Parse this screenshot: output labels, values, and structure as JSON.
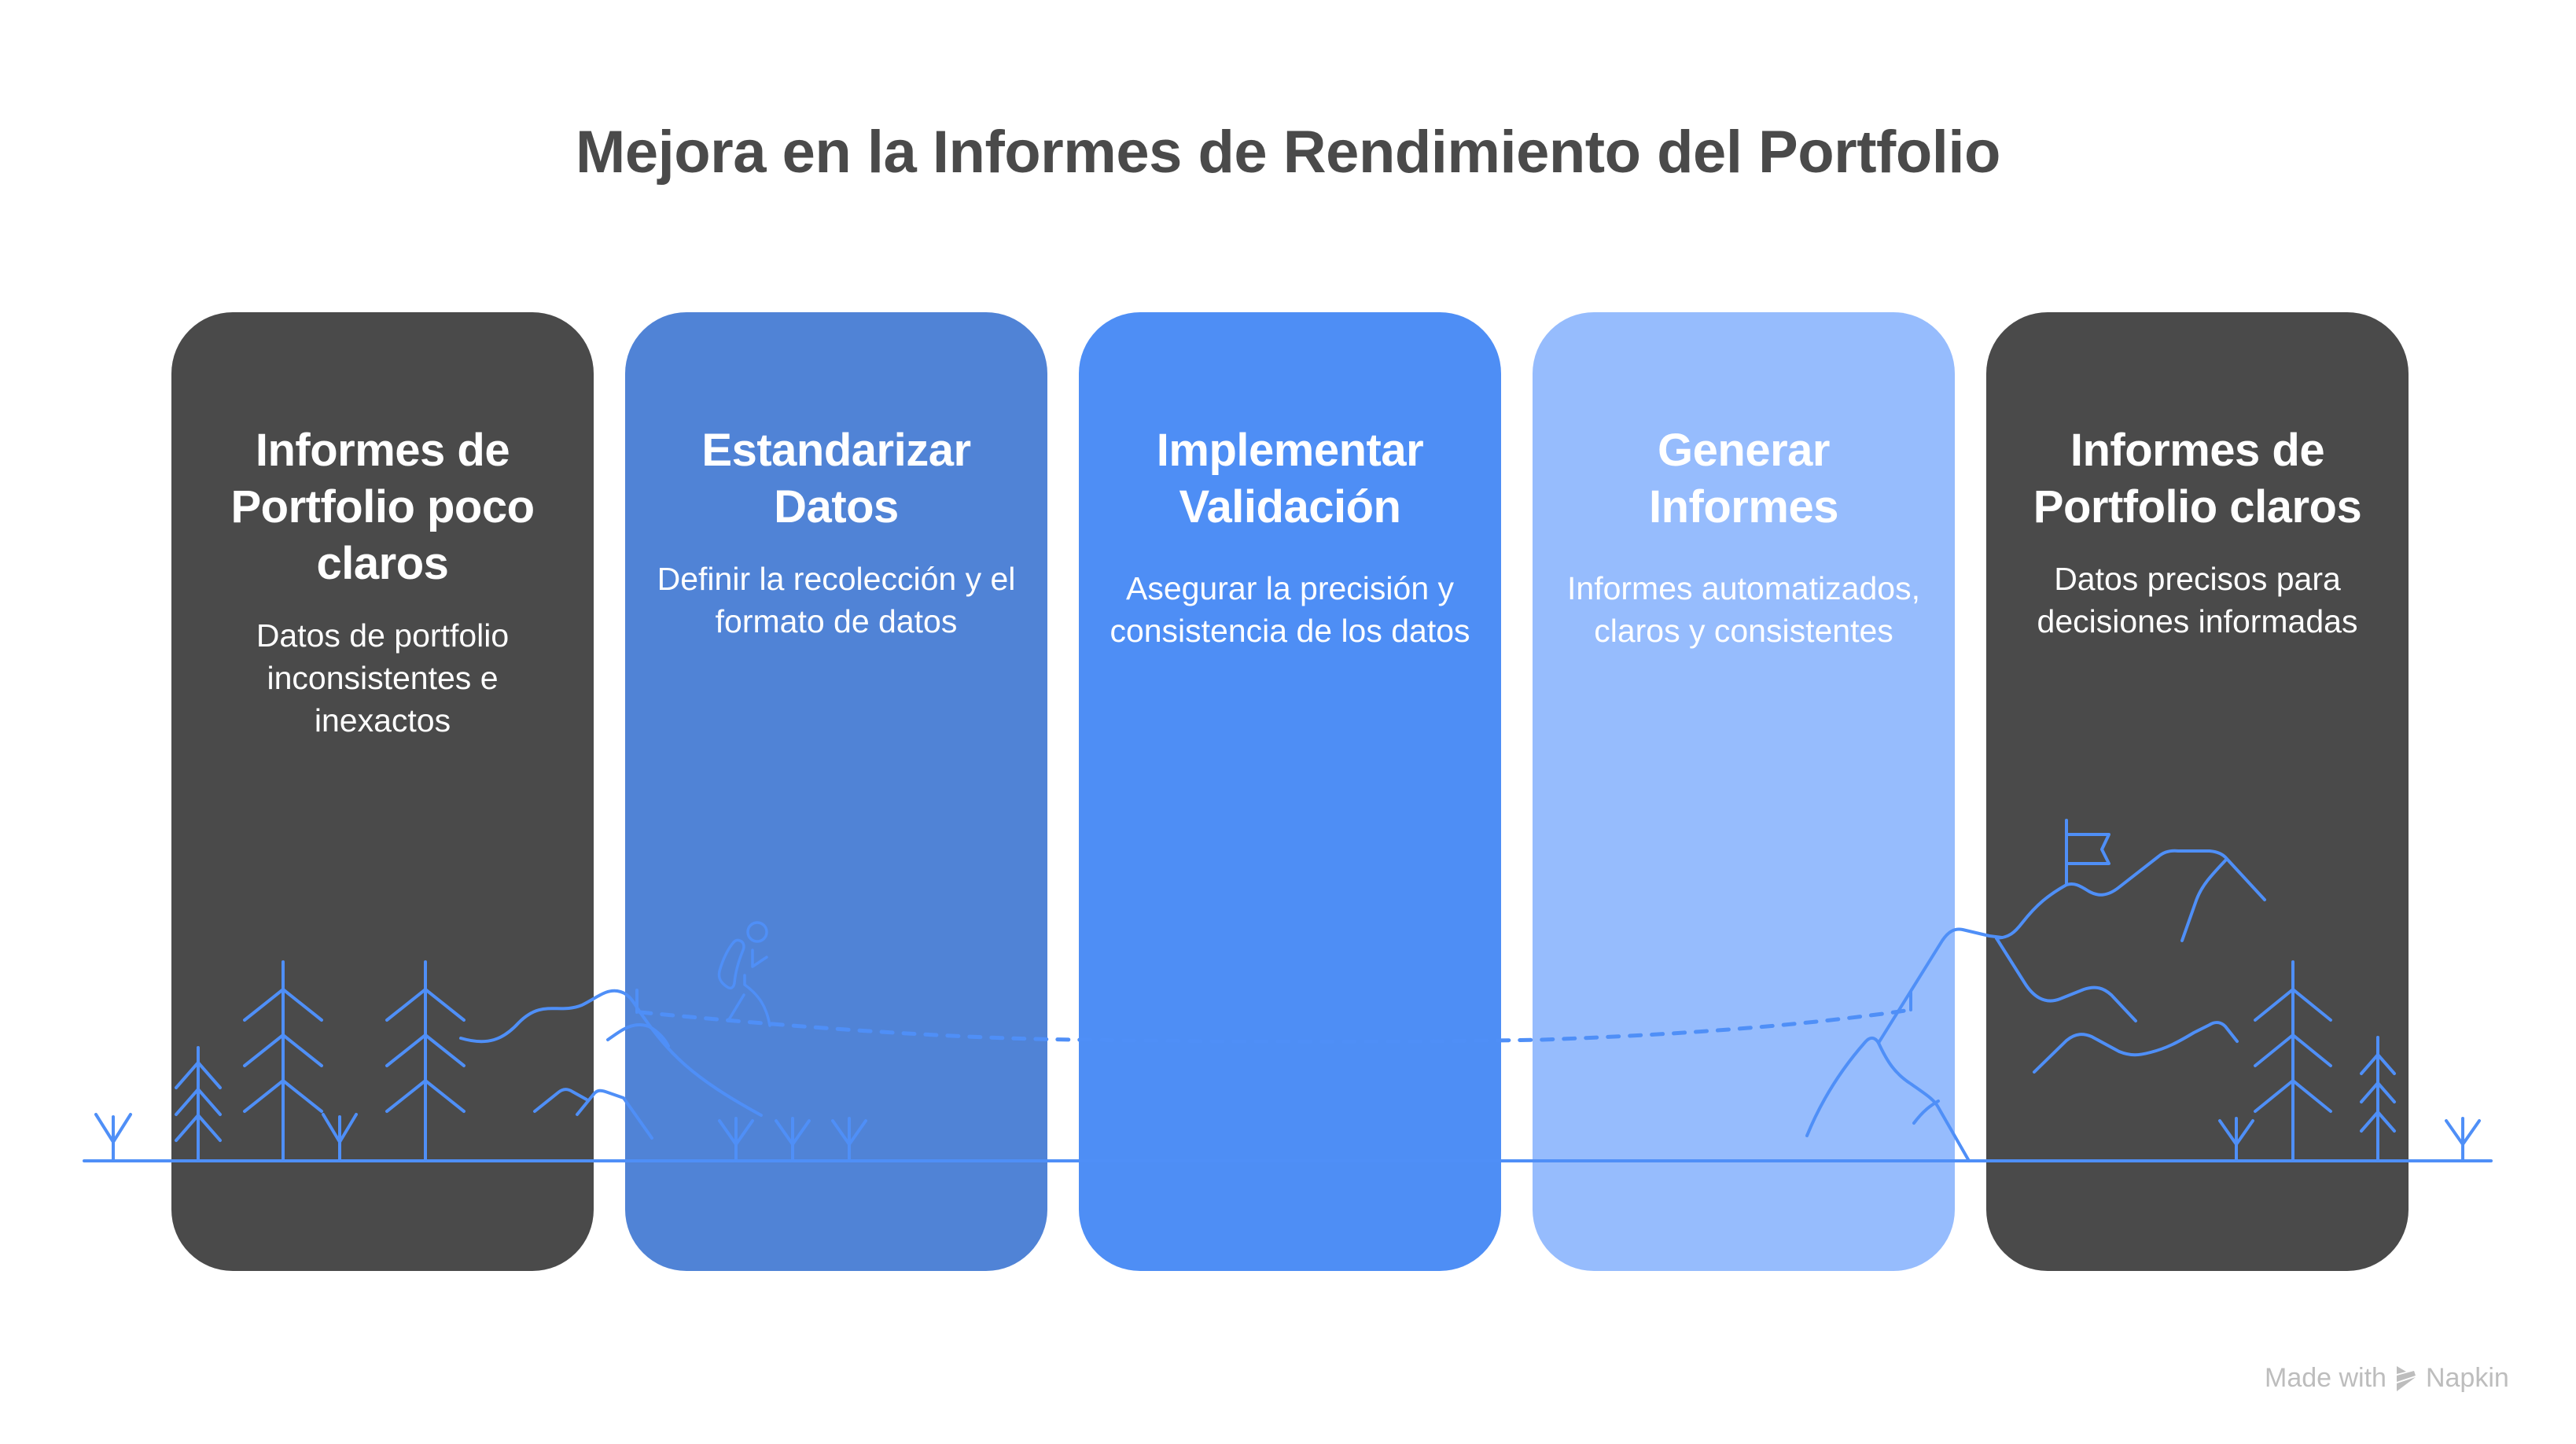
{
  "title": "Mejora en la Informes de Rendimiento del Portfolio",
  "steps": [
    {
      "title": "Informes de Portfolio poco claros",
      "description": "Datos de portfolio inconsistentes e inexactos",
      "color": "#4a4a4a"
    },
    {
      "title": "Estandarizar Datos",
      "description": "Definir la recolección y el formato de datos",
      "color": "#5083d6"
    },
    {
      "title": "Implementar Validación",
      "description": "Asegurar la precisión y consistencia de los datos",
      "color": "#4e8ef5"
    },
    {
      "title": "Generar Informes",
      "description": "Informes automatizados, claros y consistentes",
      "color": "#96bcfd"
    },
    {
      "title": "Informes de Portfolio claros",
      "description": "Datos precisos para decisiones informadas",
      "color": "#4a4a4a"
    }
  ],
  "illustration": {
    "stroke_color": "#4f8ff7",
    "elements": [
      "pine-trees",
      "grass",
      "hills",
      "hiker",
      "dashed-path",
      "mountain",
      "summit-flag"
    ]
  },
  "watermark": {
    "prefix": "Made with",
    "brand": "Napkin",
    "color": "#bdbdbd"
  }
}
